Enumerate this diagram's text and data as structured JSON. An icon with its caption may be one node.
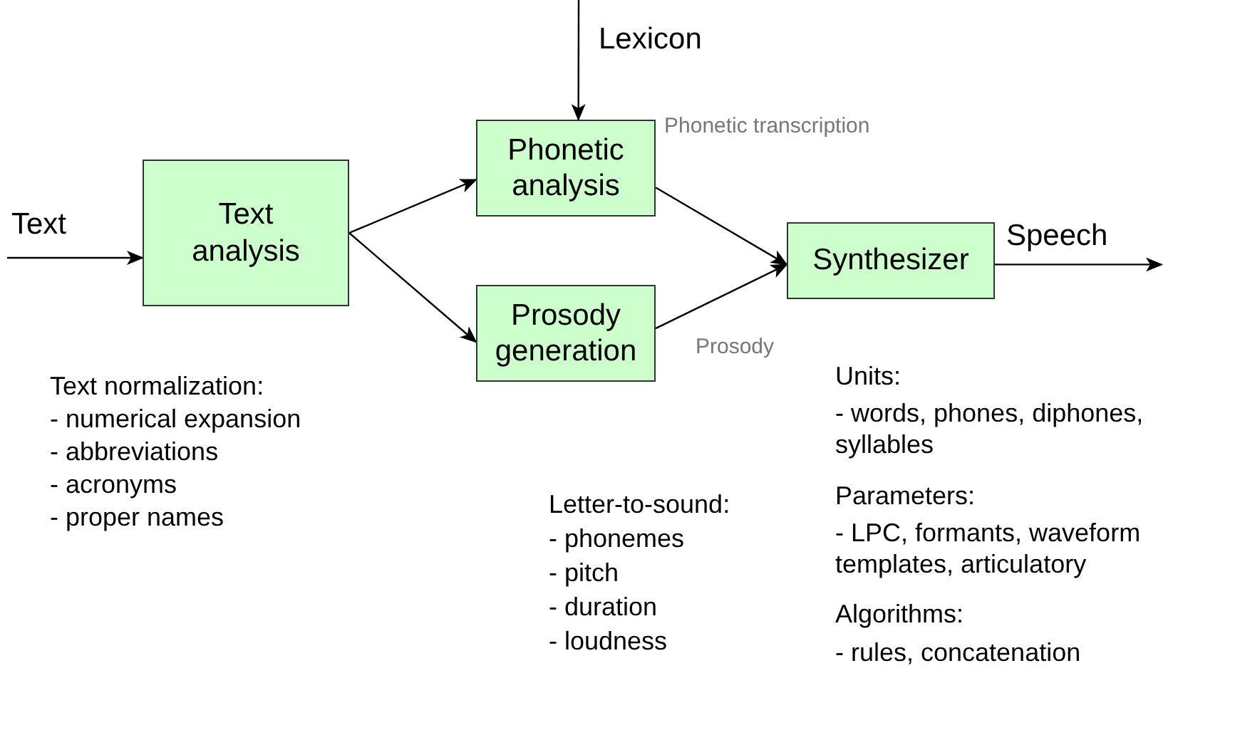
{
  "diagram": {
    "nodes": [
      {
        "text": [
          "Text analysis"
        ]
      },
      {
        "text": [
          "Phonetic analysis"
        ]
      },
      {
        "text": [
          "Prosody generation"
        ]
      },
      {
        "text": [
          "Synthesizer"
        ]
      }
    ],
    "edges": [
      {
        "from": null,
        "to": 0,
        "arrow": "to",
        "label": "Text"
      },
      {
        "from": null,
        "to": 1,
        "arrow": "to",
        "label": "Lexicon"
      },
      {
        "from": 0,
        "to": 1,
        "arrow": "to"
      },
      {
        "from": 0,
        "to": 2,
        "arrow": "to"
      },
      {
        "from": 1,
        "to": 3,
        "arrow": "to",
        "label": "Phonetic transcription"
      },
      {
        "from": 2,
        "to": 3,
        "arrow": "to",
        "label": "Prosody"
      },
      {
        "from": 3,
        "to": null,
        "arrow": "to",
        "label": "Speech"
      }
    ],
    "labels": [
      "Text normalization:",
      "- numerical expansion",
      "- abbreviations",
      "- acronyms",
      "- proper names",
      "Letter-to-sound:",
      "- phonemes",
      "- pitch",
      "- duration",
      "- loudness",
      "Units:",
      "- words, phones, diphones, syllables",
      "Parameters:",
      "- LPC, formants, waveform templates, articulatory",
      "Algorithms:",
      "- rules, concatenation"
    ]
  }
}
